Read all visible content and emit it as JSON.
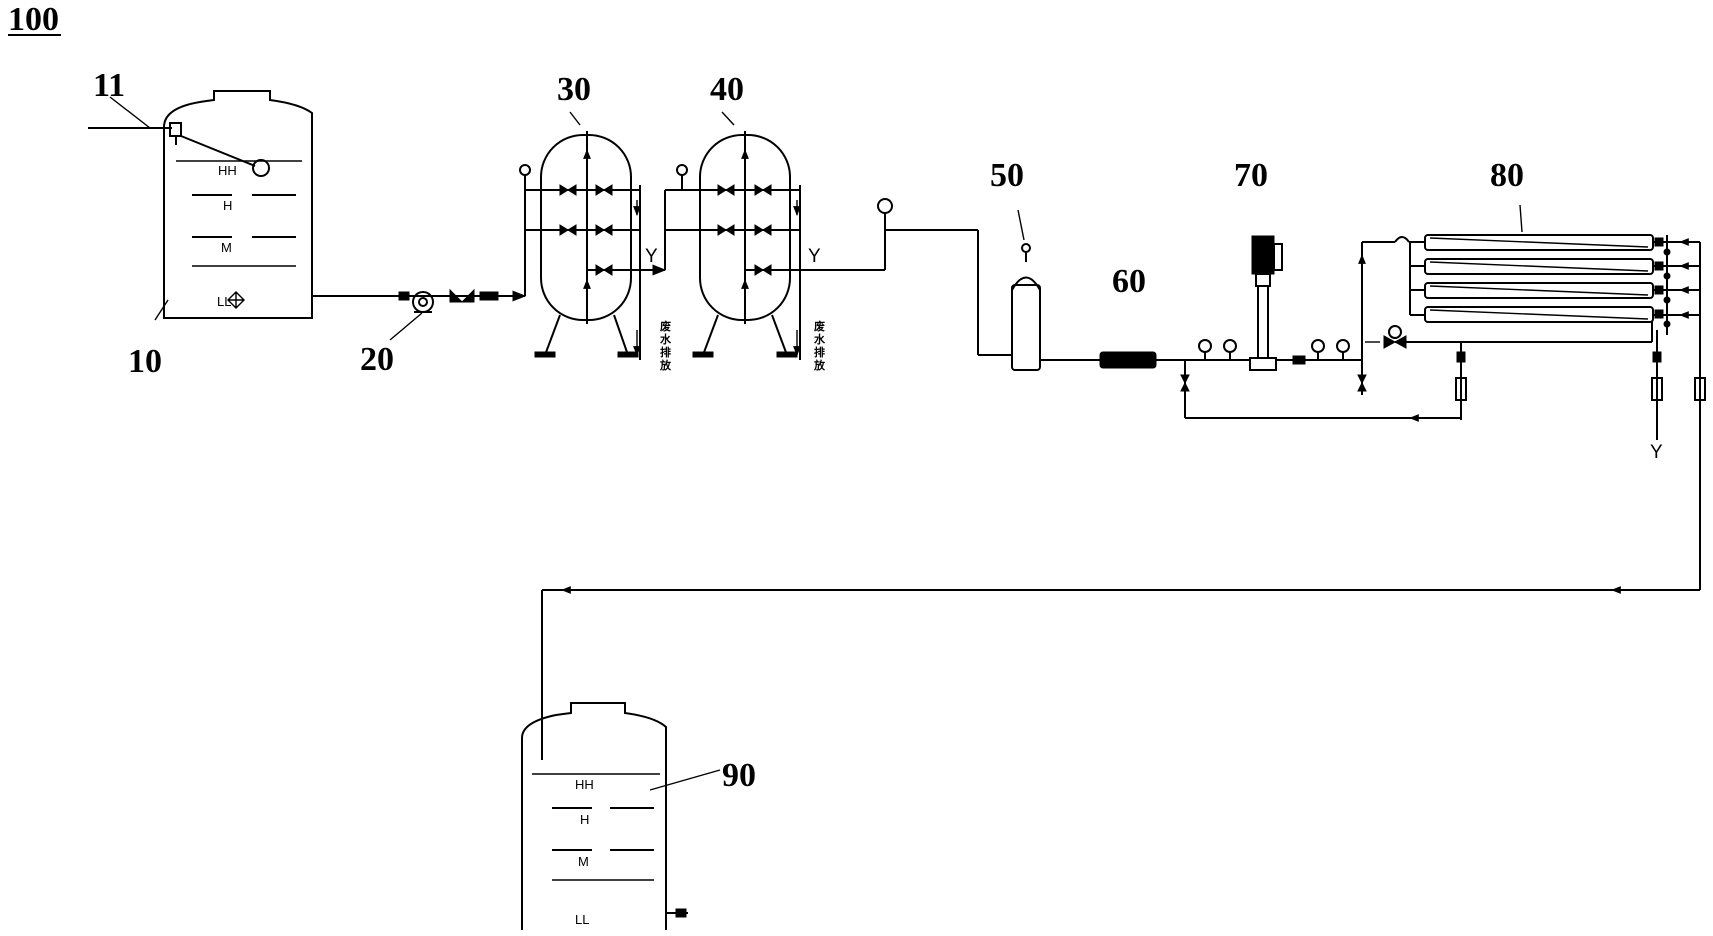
{
  "figure": {
    "number": "100",
    "labels": {
      "inlet": "11",
      "raw_tank": "10",
      "feed_pump": "20",
      "filter_1": "30",
      "filter_2": "40",
      "cartridge_filter": "50",
      "unit_60": "60",
      "hp_pump": "70",
      "membrane_bank": "80",
      "product_tank": "90"
    },
    "raw_tank_levels": [
      "HH",
      "H",
      "M",
      "LL"
    ],
    "product_tank_levels": [
      "HH",
      "H",
      "M",
      "LL"
    ],
    "drain_marker": "Y",
    "drain_text": [
      "废",
      "水",
      "排",
      "放"
    ]
  },
  "colors": {
    "line": "#000000",
    "background": "#ffffff"
  }
}
